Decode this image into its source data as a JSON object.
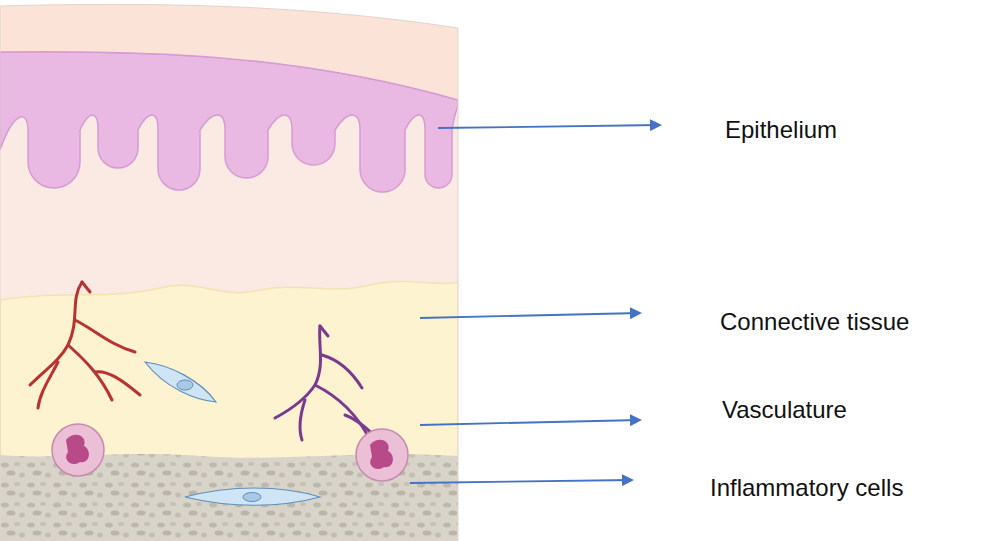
{
  "diagram": {
    "labels": [
      "Epithelium",
      "Connective tissue",
      "Vasculature",
      "Inflammatory cells"
    ]
  }
}
